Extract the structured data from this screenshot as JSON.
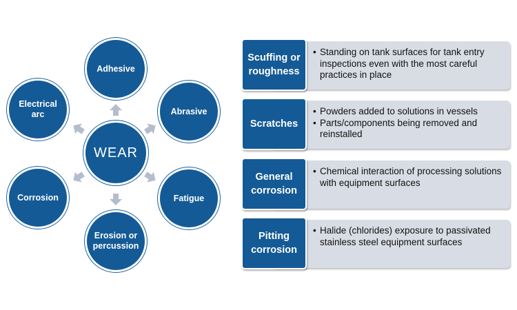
{
  "diagram": {
    "center": "WEAR",
    "nodes": [
      {
        "id": "adhesive",
        "label": "Adhesive"
      },
      {
        "id": "abrasive",
        "label": "Abrasive"
      },
      {
        "id": "fatigue",
        "label": "Fatigue"
      },
      {
        "id": "erosion",
        "label": "Erosion or percussion"
      },
      {
        "id": "corrosion",
        "label": "Corrosion"
      },
      {
        "id": "electrical",
        "label": "Electrical arc"
      }
    ]
  },
  "wear_types": [
    {
      "label": "Scuffing or roughness",
      "bullets": [
        "Standing on tank surfaces for tank entry inspections even with the most careful practices in place"
      ]
    },
    {
      "label": "Scratches",
      "bullets": [
        "Powders added to solutions in vessels",
        "Parts/components being removed and reinstalled"
      ]
    },
    {
      "label": "General corrosion",
      "bullets": [
        "Chemical interaction of processing solutions with equipment surfaces"
      ]
    },
    {
      "label": "Pitting corrosion",
      "bullets": [
        "Halide (chlorides) exposure to passivated stainless steel equipment surfaces"
      ]
    }
  ],
  "colors": {
    "node_fill": "#145a96",
    "arrow_fill": "#b5bdcc",
    "detail_fill": "#d8dce4"
  }
}
